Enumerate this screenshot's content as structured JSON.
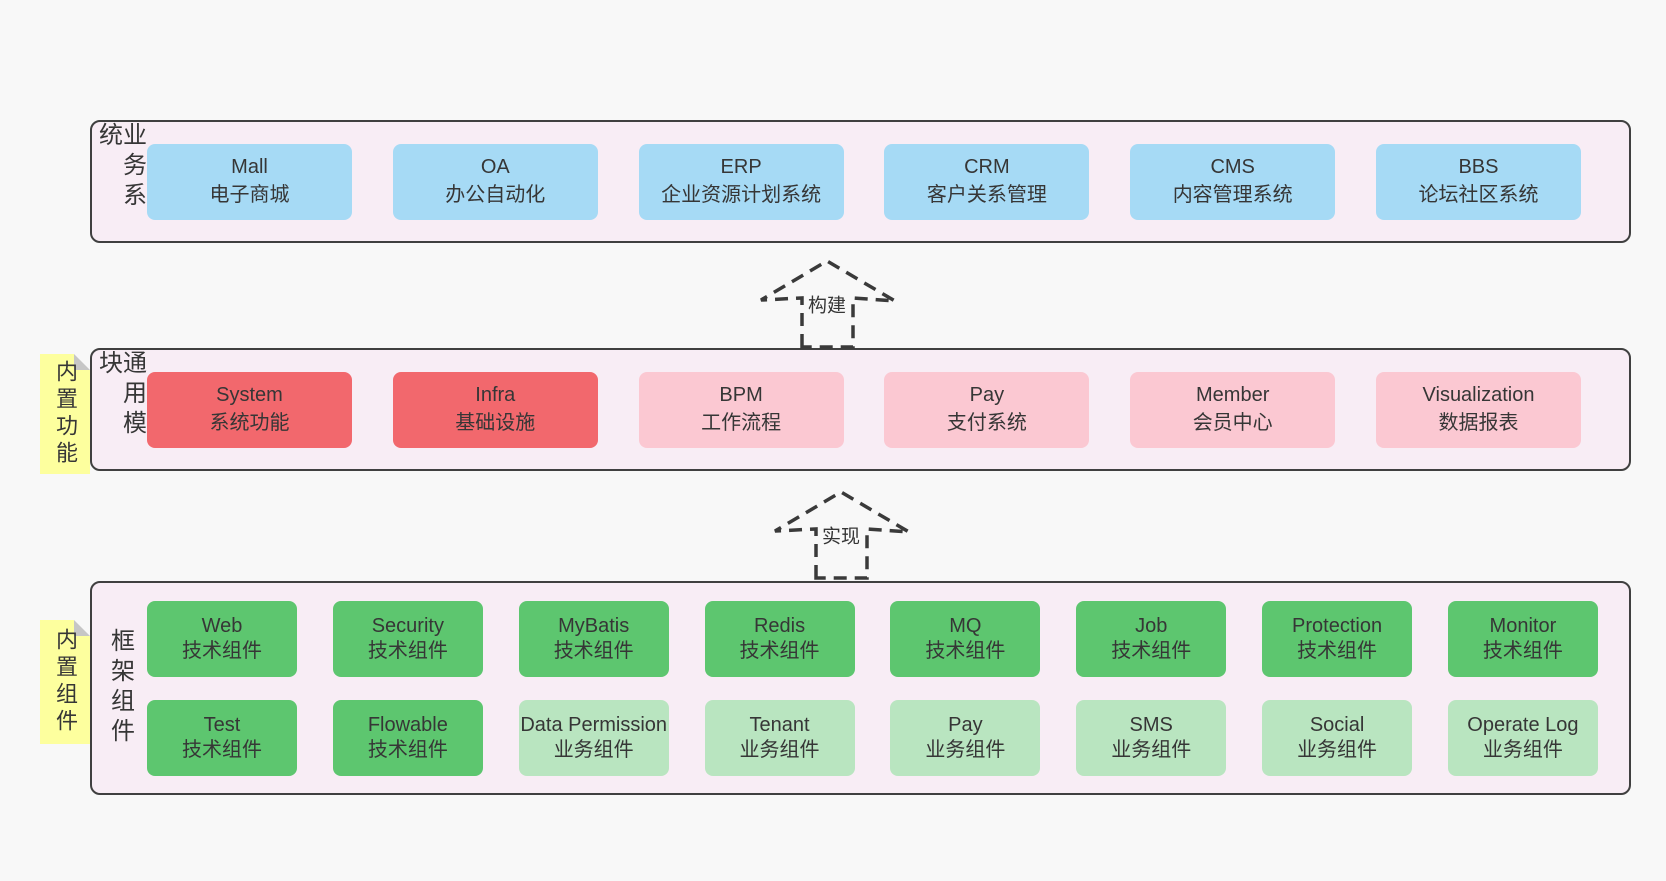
{
  "diagram": {
    "colors": {
      "blue": "#a6daf5",
      "red": "#f2686d",
      "pink": "#fbc8d2",
      "green": "#5dc66f",
      "green_light": "#b9e5c0",
      "sticky": "#fdff9e",
      "panel": "#f8edf5",
      "border": "#404040",
      "page": "#f8f8f8",
      "text": "#363636"
    },
    "arrows": [
      {
        "label": "构建"
      },
      {
        "label": "实现"
      }
    ],
    "sections": [
      {
        "key": "business",
        "side_label": "业务系统",
        "sticky": null,
        "box_rows": [
          [
            {
              "en": "Mall",
              "zh": "电子商城",
              "color": "blue"
            },
            {
              "en": "OA",
              "zh": "办公自动化",
              "color": "blue"
            },
            {
              "en": "ERP",
              "zh": "企业资源计划系统",
              "color": "blue"
            },
            {
              "en": "CRM",
              "zh": "客户关系管理",
              "color": "blue"
            },
            {
              "en": "CMS",
              "zh": "内容管理系统",
              "color": "blue"
            },
            {
              "en": "BBS",
              "zh": "论坛社区系统",
              "color": "blue"
            }
          ]
        ]
      },
      {
        "key": "modules",
        "side_label": "通用模块",
        "sticky": "内置功能",
        "box_rows": [
          [
            {
              "en": "System",
              "zh": "系统功能",
              "color": "red"
            },
            {
              "en": "Infra",
              "zh": "基础设施",
              "color": "red"
            },
            {
              "en": "BPM",
              "zh": "工作流程",
              "color": "pink"
            },
            {
              "en": "Pay",
              "zh": "支付系统",
              "color": "pink"
            },
            {
              "en": "Member",
              "zh": "会员中心",
              "color": "pink"
            },
            {
              "en": "Visualization",
              "zh": "数据报表",
              "color": "pink"
            }
          ]
        ]
      },
      {
        "key": "framework",
        "side_label": "框架组件",
        "sticky": "内置组件",
        "box_rows": [
          [
            {
              "en": "Web",
              "zh": "技术组件",
              "color": "green"
            },
            {
              "en": "Security",
              "zh": "技术组件",
              "color": "green"
            },
            {
              "en": "MyBatis",
              "zh": "技术组件",
              "color": "green"
            },
            {
              "en": "Redis",
              "zh": "技术组件",
              "color": "green"
            },
            {
              "en": "MQ",
              "zh": "技术组件",
              "color": "green"
            },
            {
              "en": "Job",
              "zh": "技术组件",
              "color": "green"
            },
            {
              "en": "Protection",
              "zh": "技术组件",
              "color": "green"
            },
            {
              "en": "Monitor",
              "zh": "技术组件",
              "color": "green"
            }
          ],
          [
            {
              "en": "Test",
              "zh": "技术组件",
              "color": "green"
            },
            {
              "en": "Flowable",
              "zh": "技术组件",
              "color": "green"
            },
            {
              "en": "Data Permission",
              "zh": "业务组件",
              "color": "green_light"
            },
            {
              "en": "Tenant",
              "zh": "业务组件",
              "color": "green_light"
            },
            {
              "en": "Pay",
              "zh": "业务组件",
              "color": "green_light"
            },
            {
              "en": "SMS",
              "zh": "业务组件",
              "color": "green_light"
            },
            {
              "en": "Social",
              "zh": "业务组件",
              "color": "green_light"
            },
            {
              "en": "Operate Log",
              "zh": "业务组件",
              "color": "green_light"
            }
          ]
        ]
      }
    ]
  }
}
